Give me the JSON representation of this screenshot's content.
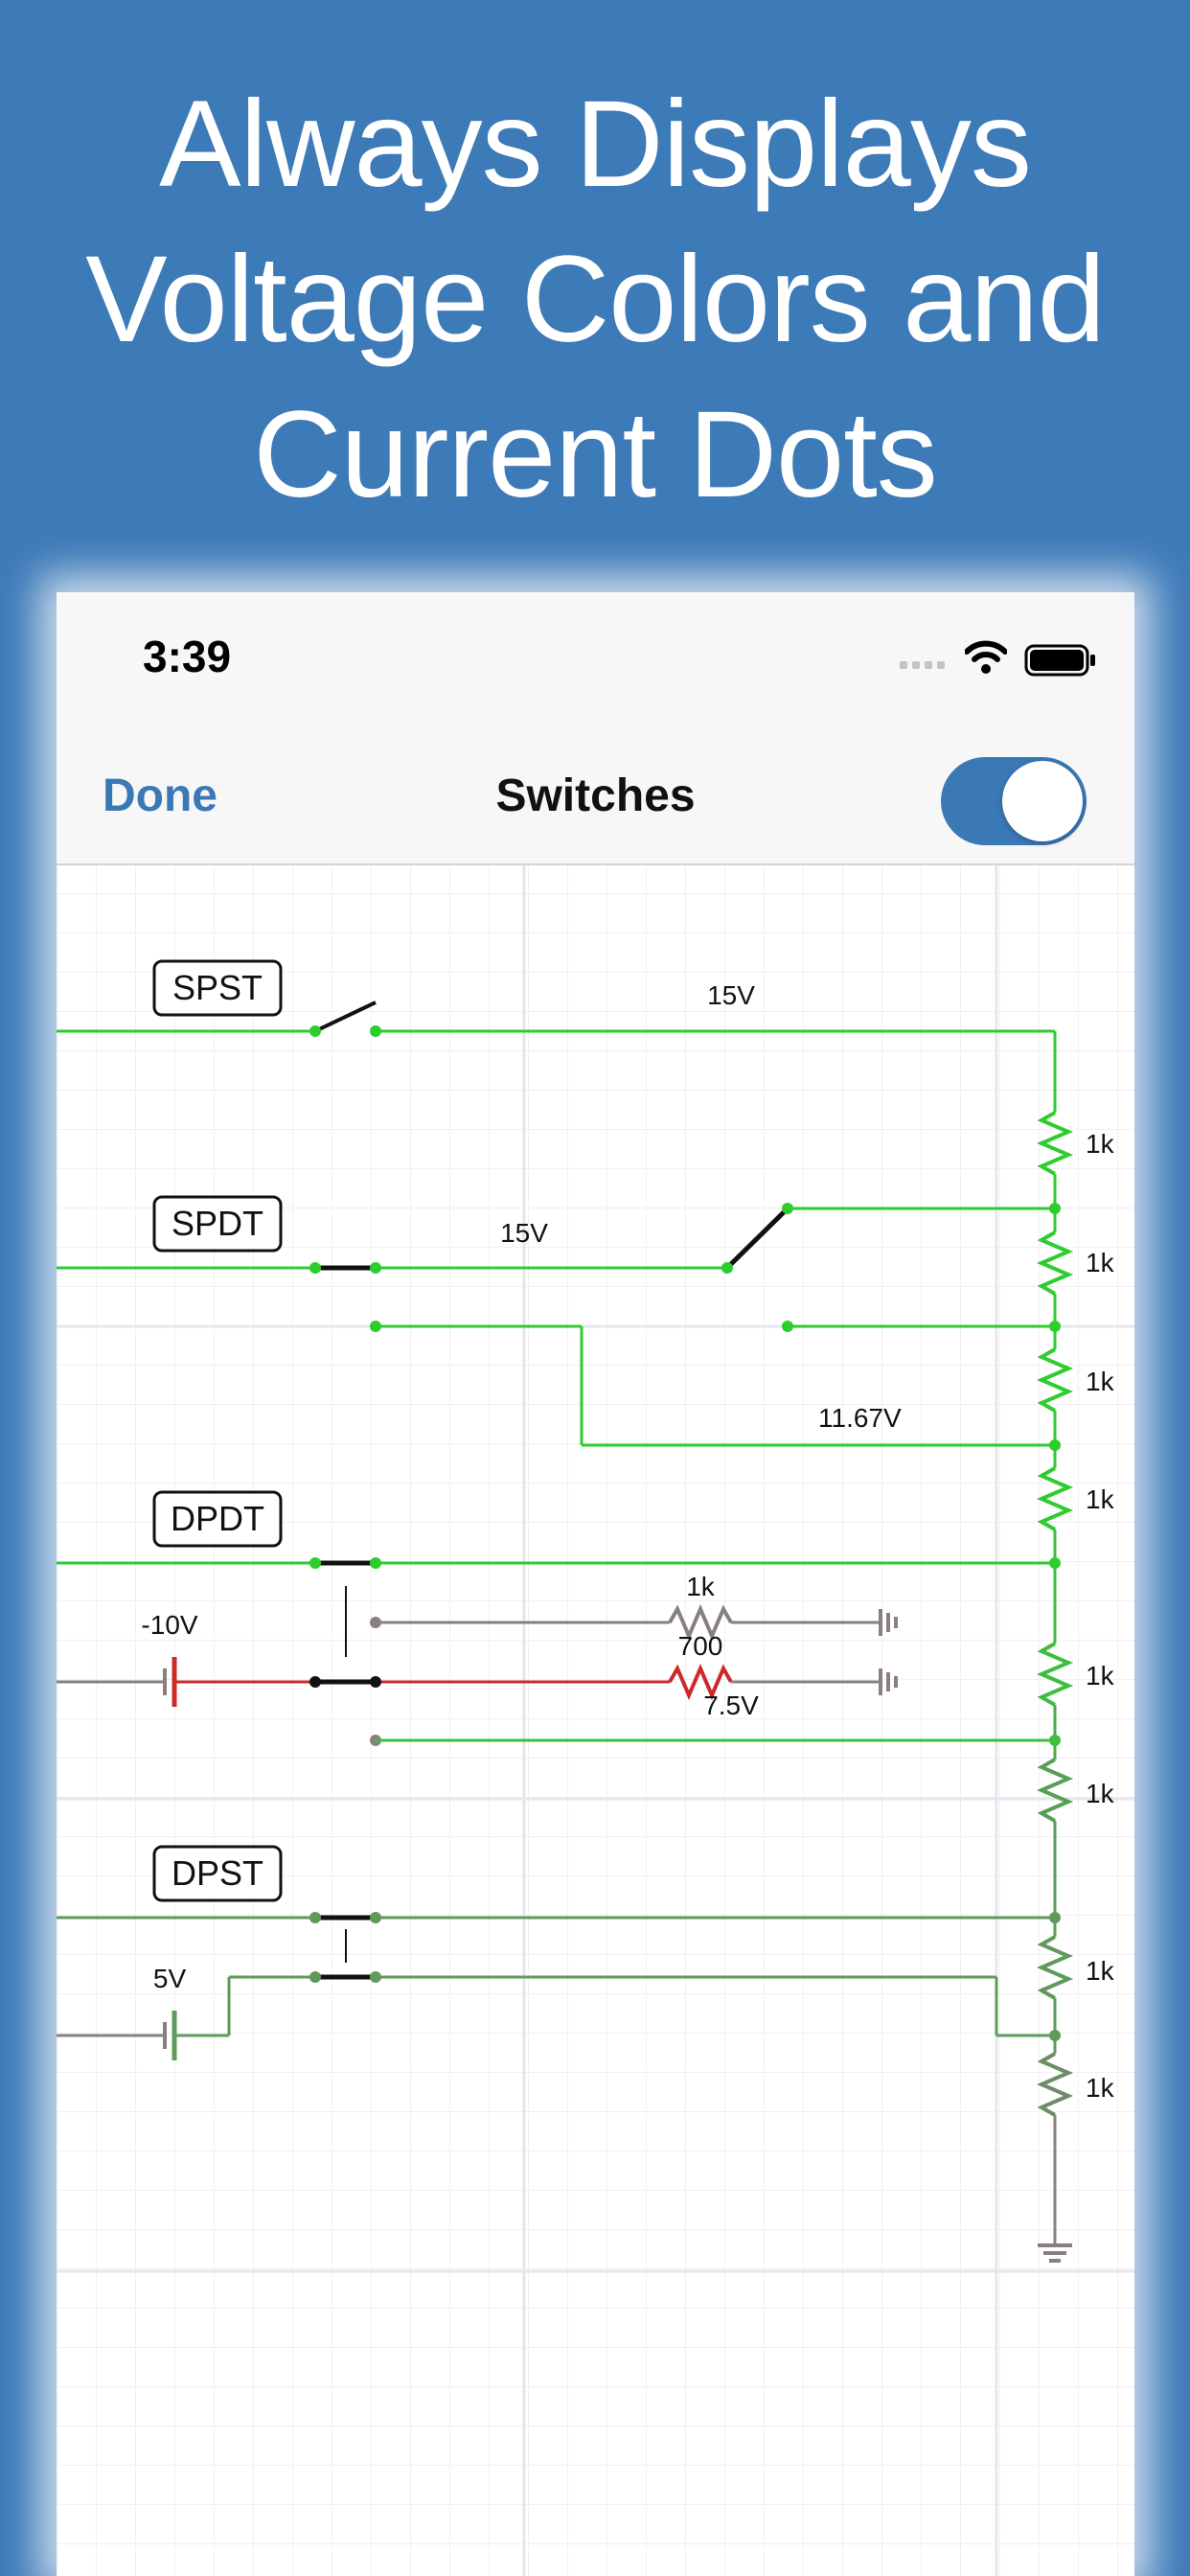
{
  "headline": {
    "line1": "Always Displays",
    "line2": "Voltage Colors and",
    "line3": "Current Dots"
  },
  "status_bar": {
    "time": "3:39",
    "icons": [
      "signal-icon",
      "wifi-icon",
      "battery-icon"
    ]
  },
  "nav": {
    "done_label": "Done",
    "title": "Switches",
    "toggle_on": true
  },
  "circuit": {
    "switch_labels": [
      "SPST",
      "SPDT",
      "DPDT",
      "DPST"
    ],
    "voltage_labels": {
      "spst_wire": "15V",
      "spdt_wire": "15V",
      "divider_node": "11.67V",
      "neg_source": "-10V",
      "dpdt_out": "7.5V",
      "dpst_source": "5V"
    },
    "resistor_labels": {
      "upper_load": "1k",
      "lower_load": "700",
      "ladder": [
        "1k",
        "1k",
        "1k",
        "1k",
        "1k",
        "1k",
        "1k",
        "1k"
      ]
    },
    "colors": {
      "bright_green": "#2ecc2e",
      "dim_green": "#5f9a5a",
      "grey": "#8a7f7f",
      "red": "#cc2a2a",
      "current_dot": "#e6e22a",
      "accent": "#3b78b6"
    }
  }
}
